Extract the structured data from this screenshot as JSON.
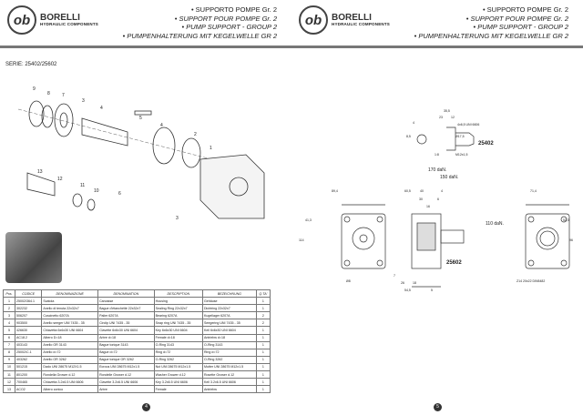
{
  "brand": {
    "logo": "ob",
    "name": "BORELLI",
    "tagline": "HYDRAULIC COMPONENTS"
  },
  "titles": [
    "• SUPPORTO POMPE Gr. 2",
    "• SUPPORT POUR POMPE Gr. 2",
    "• PUMP SUPPORT - GROUP 2",
    "• PUMPENHALTERUNG MIT KEGELWELLE GR 2"
  ],
  "serie": "SERIE: 25402/25602",
  "callouts": [
    "9",
    "8",
    "7",
    "3",
    "4",
    "5",
    "4",
    "2",
    "1",
    "13",
    "12",
    "11",
    "10",
    "6",
    "3"
  ],
  "table": {
    "headers": [
      "Pos.",
      "CODICE",
      "DENOMINAZIONE",
      "DENOMINATION",
      "DESCRIPTION",
      "BEZEICHNUNG",
      "Q.TA'"
    ],
    "rows": [
      [
        "1",
        "25002/364.1",
        "Scatola",
        "Carcasse",
        "Housing",
        "Gehäuse",
        "1"
      ],
      [
        "2",
        "302232",
        "Anello di tenuta 22x32x7",
        "Bague d'étanchéité 22x32x7",
        "Sealing Ring 22x32x7",
        "Dichtring 22x32x7",
        "1"
      ],
      [
        "3",
        "506207",
        "Cuscinetto 6207A",
        "Palier 6207A",
        "Bearing 6207A",
        "Kugellager 6207A",
        "2"
      ],
      [
        "4",
        "903500",
        "Anello seeger UNI 7435 - 35",
        "Circlip UNI 7435 - 35",
        "Snap ring UNI 7435 - 35",
        "Seegering UNI 7435 - 35",
        "2"
      ],
      [
        "5",
        "426630",
        "Chiavetta 6x6x30 UNI 6604",
        "Clavette 6x6x30 UNI 6604",
        "Key 6x6x30 UNI 6604",
        "Keil 6x6x30 UNI 6604",
        "1"
      ],
      [
        "6",
        "AC18.2",
        "Albero D=18",
        "Arbre d=18",
        "Female d=18",
        "Antriebw d=18",
        "1"
      ],
      [
        "7",
        "403143",
        "Anello OR 3143",
        "Bague torique 3143",
        "O-Ring 3143",
        "O-Ring 3143",
        "1"
      ],
      [
        "8",
        "25002/C.1",
        "Anello d=72",
        "Bague d=72",
        "Ring d=72",
        "Ring d=72",
        "1"
      ],
      [
        "9",
        "403262",
        "Anello OR 3262",
        "Bague torique OR 3262",
        "O-Ring 3262",
        "O-Ring 3262",
        "1"
      ],
      [
        "10",
        "501215",
        "Dado UNI 28675 M12X1.5",
        "Ecrous UNI 28675 M12x1.5",
        "Nut UNI 28675 M12x1.5",
        "Mutter UNI 28675 M12x1.5",
        "1"
      ],
      [
        "11",
        "801200",
        "Rondella Grower d.12",
        "Rondelle Grower d.12",
        "Washer Grower d.12",
        "Rosette Grower d.12",
        "1"
      ],
      [
        "12",
        "700465",
        "Chiavetta 3.2x6.5 UNI 6606",
        "Clavette 3.2x6.5 UNI 6606",
        "Key 3.2x6.5 UNI 6606",
        "Keil 3.2x6.5 UNI 6606",
        "1"
      ],
      [
        "13",
        "ACO2",
        "Albero conico",
        "Arbre",
        "Female",
        "Antriebw",
        "1"
      ]
    ]
  },
  "drawing": {
    "model_a": "25402",
    "model_b": "25602",
    "dims": [
      "35,5",
      "23",
      "12",
      "4x6,5 UNI 6606",
      "Ø17,5",
      "M12x1,5",
      "1:8",
      "4",
      "8,5",
      "170 daN.",
      "150 daN.",
      "110 daN.",
      "89,4",
      "60,5",
      "40",
      "30",
      "6",
      "4",
      "16",
      "41,3",
      "114",
      "Ø8",
      "7",
      "26",
      "18",
      "54,5",
      "5",
      "71,4",
      "52,3",
      "96",
      "Z14 20x22 DIN5482"
    ]
  },
  "page_numbers": [
    "4",
    "5"
  ]
}
